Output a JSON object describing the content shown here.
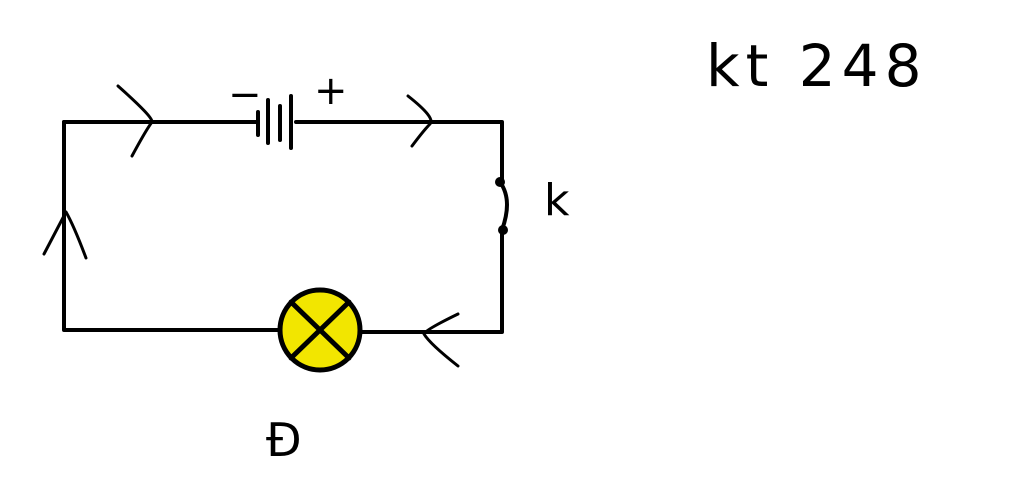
{
  "diagram": {
    "title_text": "kt 248",
    "battery_minus": "−",
    "battery_plus": "+",
    "switch_label": "k",
    "bulb_label": "Đ",
    "colors": {
      "wire": "#000000",
      "bulb_fill": "#f2e600",
      "background": "#ffffff"
    },
    "icons": [
      "battery-icon",
      "switch-icon",
      "bulb-icon",
      "current-arrow-icon"
    ]
  }
}
